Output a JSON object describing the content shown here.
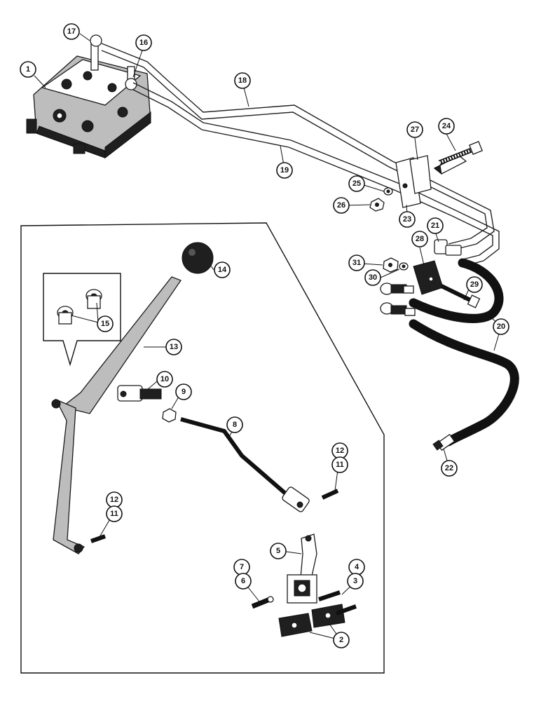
{
  "diagram": {
    "colors": {
      "ink": "#111111",
      "paper": "#ffffff",
      "shade": "#bdbdbd"
    },
    "callouts": {
      "c1": "1",
      "c2": "2",
      "c3": "3",
      "c4": "4",
      "c5": "5",
      "c6": "6",
      "c7": "7",
      "c8": "8",
      "c9": "9",
      "c10": "10",
      "c11a": "11",
      "c11b": "11",
      "c12a": "12",
      "c12b": "12",
      "c13": "13",
      "c14": "14",
      "c15": "15",
      "c16": "16",
      "c17": "17",
      "c18": "18",
      "c19": "19",
      "c20": "20",
      "c21": "21",
      "c22": "22",
      "c23": "23",
      "c24": "24",
      "c25": "25",
      "c26": "26",
      "c27": "27",
      "c28": "28",
      "c29": "29",
      "c30": "30",
      "c31": "31"
    }
  }
}
